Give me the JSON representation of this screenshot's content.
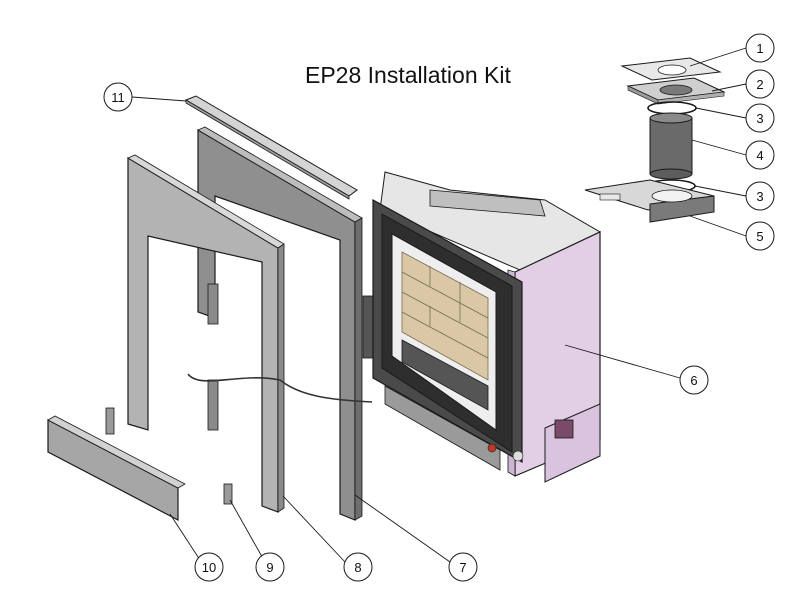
{
  "title": "EP28 Installation Kit",
  "callouts": [
    "1",
    "2",
    "3",
    "4",
    "3",
    "5",
    "6",
    "7",
    "8",
    "9",
    "10",
    "11"
  ],
  "colors": {
    "line": "#1a1a1a",
    "panel_light": "#c9c9c9",
    "panel_mid": "#a8a8a8",
    "panel_dark": "#8a8a8a",
    "body_pink": "#e2cfe6",
    "body_pink_dark": "#cdb6d3",
    "brick": "#d9c7a6",
    "flue_dark": "#5d5d5d"
  }
}
